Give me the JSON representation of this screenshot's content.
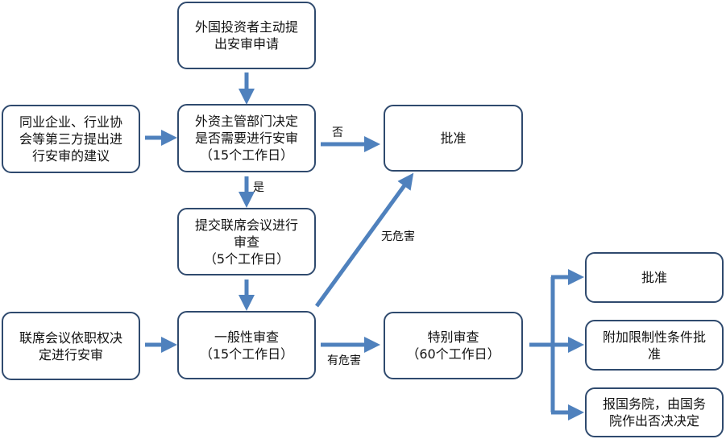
{
  "nodes": {
    "foreign_investor_apply": {
      "lines": [
        "外国投资者主动提",
        "出安审申请"
      ]
    },
    "third_party_suggest": {
      "lines": [
        "同业企业、行业协",
        "会等第三方提出进",
        "行安审的建议"
      ]
    },
    "authority_decide": {
      "lines": [
        "外资主管部门决定",
        "是否需要进行安审",
        "（15个工作日）"
      ]
    },
    "approve_top": {
      "lines": [
        "批准"
      ]
    },
    "submit_joint_review": {
      "lines": [
        "提交联席会议进行",
        "审查",
        "（5个工作日）"
      ]
    },
    "joint_meeting_ex_officio": {
      "lines": [
        "联席会议依职权决",
        "定进行安审"
      ]
    },
    "general_review": {
      "lines": [
        "一般性审查",
        "（15个工作日）"
      ]
    },
    "special_review": {
      "lines": [
        "特别审查",
        "（60个工作日）"
      ]
    },
    "approve_right": {
      "lines": [
        "批准"
      ]
    },
    "approve_conditions": {
      "lines": [
        "附加限制性条件批",
        "准"
      ]
    },
    "report_state_council": {
      "lines": [
        "报国务院，由国务",
        "院作出否决决定"
      ]
    }
  },
  "edge_labels": {
    "no": "否",
    "yes": "是",
    "no_harm": "无危害",
    "has_harm": "有危害"
  },
  "colors": {
    "arrow": "#4f81bd",
    "box_border": "#2f4a6e"
  }
}
